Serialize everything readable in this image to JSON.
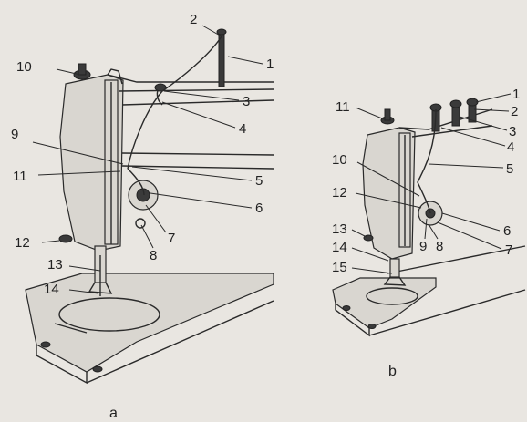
{
  "diagram_a": {
    "caption": "a",
    "labels": [
      "1",
      "2",
      "3",
      "4",
      "5",
      "6",
      "7",
      "8",
      "9",
      "10",
      "11",
      "12",
      "13",
      "14"
    ]
  },
  "diagram_b": {
    "caption": "b",
    "labels": [
      "1",
      "2",
      "3",
      "4",
      "5",
      "6",
      "7",
      "8",
      "9",
      "10",
      "11",
      "12",
      "13",
      "14",
      "15"
    ]
  },
  "colors": {
    "background": "#e9e6e1",
    "ink": "#2a2a2a"
  }
}
